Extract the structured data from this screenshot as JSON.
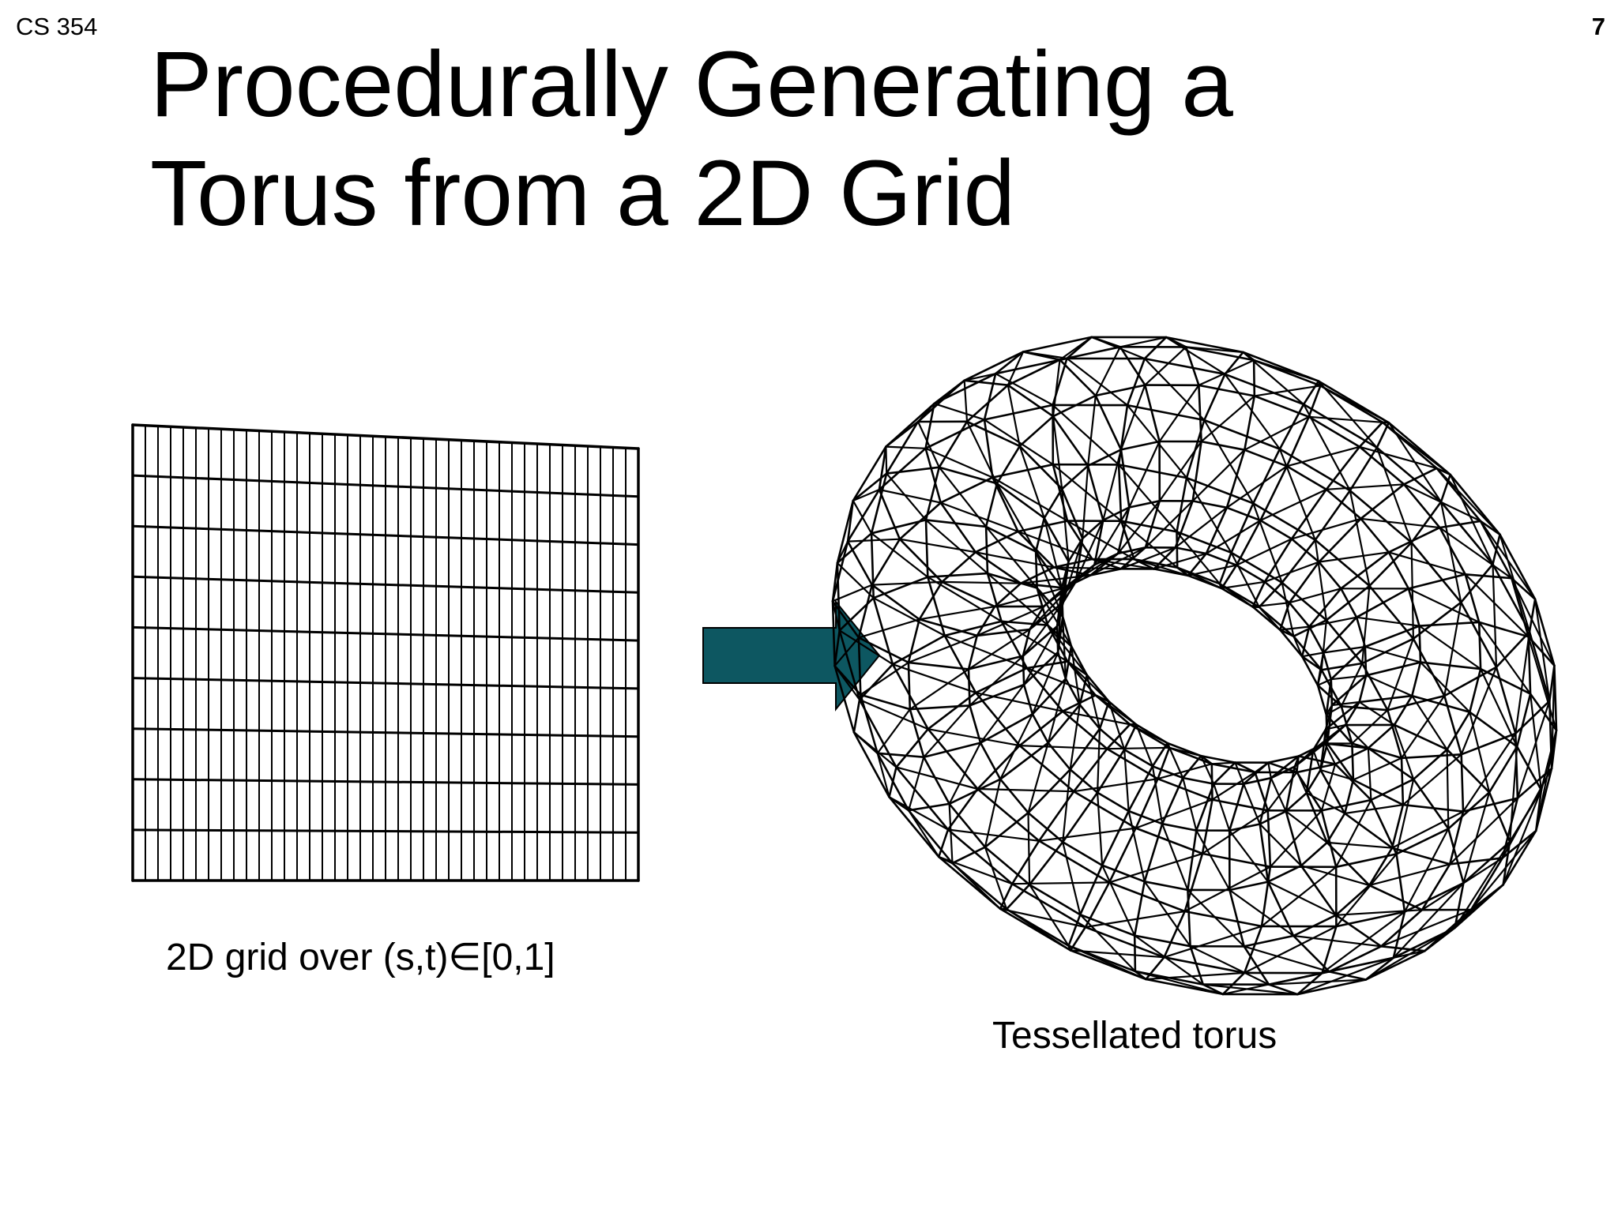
{
  "slide": {
    "course": "CS 354",
    "number": "7",
    "title_line1": "Procedurally Generating a",
    "title_line2": "Torus from a 2D Grid"
  },
  "figure": {
    "grid_caption": "2D grid over (s,t)∈[0,1]",
    "torus_caption": "Tessellated torus",
    "grid_columns": 40,
    "grid_rows": 9,
    "torus_major_segments": 28,
    "torus_minor_segments": 12,
    "arrow_color": "#0d5761",
    "line_color": "#000000"
  }
}
